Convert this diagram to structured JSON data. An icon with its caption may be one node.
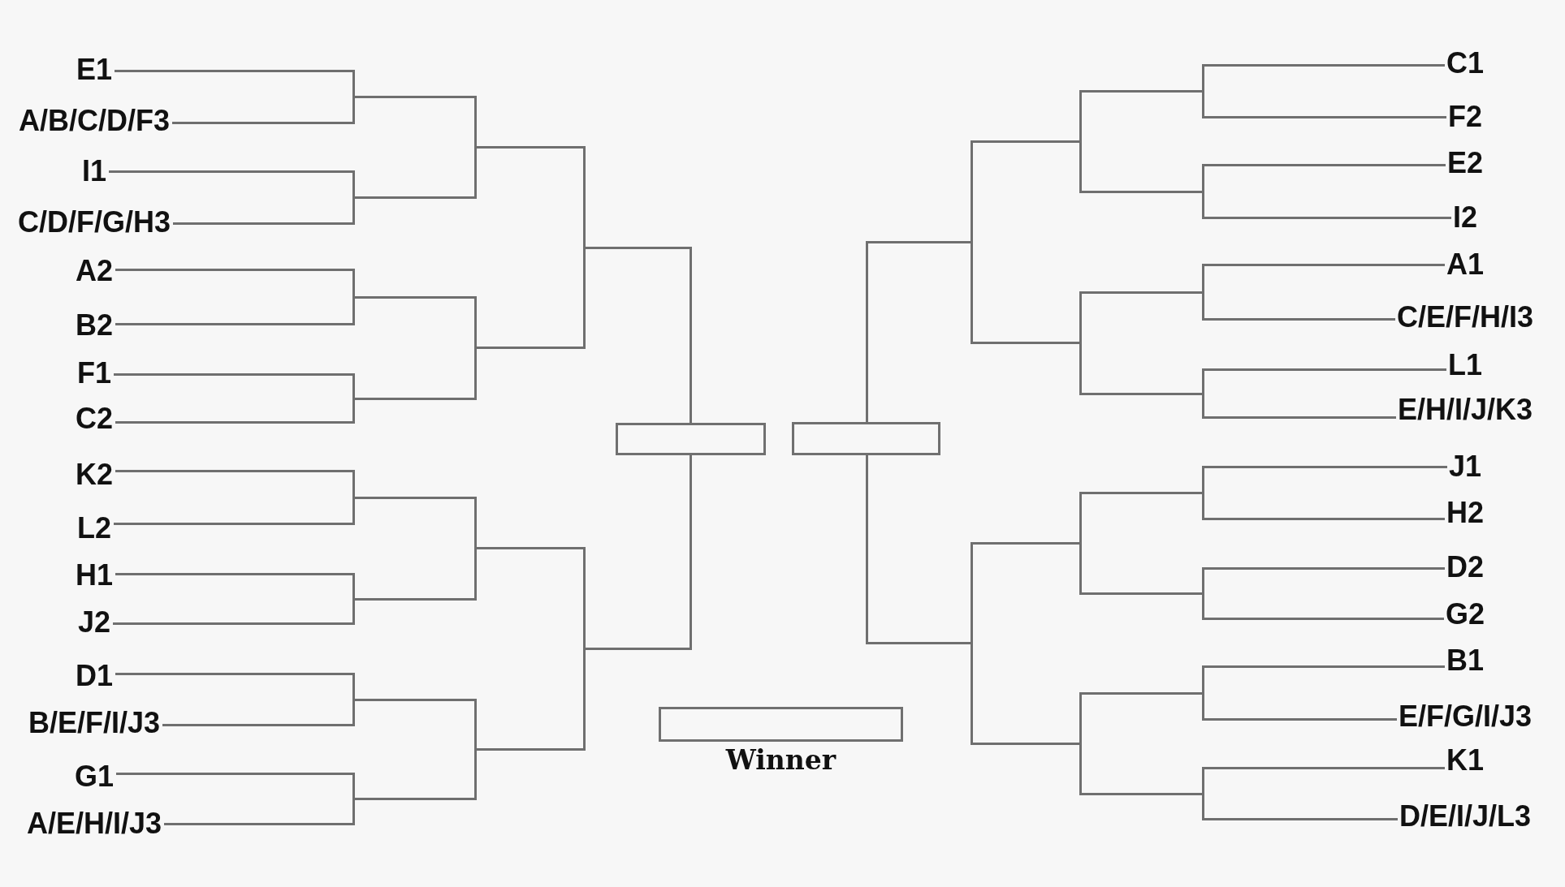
{
  "diagram": {
    "nodes": [
      {
        "text": [
          "E1"
        ]
      },
      {
        "text": [
          "A/B/C/D/F3"
        ]
      },
      {
        "text": [
          "I1"
        ]
      },
      {
        "text": [
          "C/D/F/G/H3"
        ]
      },
      {
        "text": [
          "A2"
        ]
      },
      {
        "text": [
          "B2"
        ]
      },
      {
        "text": [
          "F1"
        ]
      },
      {
        "text": [
          "C2"
        ]
      },
      {
        "text": [
          "K2"
        ]
      },
      {
        "text": [
          "L2"
        ]
      },
      {
        "text": [
          "H1"
        ]
      },
      {
        "text": [
          "J2"
        ]
      },
      {
        "text": [
          "D1"
        ]
      },
      {
        "text": [
          "B/E/F/I/J3"
        ]
      },
      {
        "text": [
          "G1"
        ]
      },
      {
        "text": [
          "A/E/H/I/J3"
        ]
      },
      {
        "text": [],
        "shape": "box"
      },
      {
        "text": [],
        "shape": "box"
      },
      {
        "text": [],
        "shape": "box",
        "beside": [
          "Winner"
        ]
      },
      {
        "text": [
          "C1"
        ]
      },
      {
        "text": [
          "F2"
        ]
      },
      {
        "text": [
          "E2"
        ]
      },
      {
        "text": [
          "I2"
        ]
      },
      {
        "text": [
          "A1"
        ]
      },
      {
        "text": [
          "C/E/F/H/I3"
        ]
      },
      {
        "text": [
          "L1"
        ]
      },
      {
        "text": [
          "E/H/I/J/K3"
        ]
      },
      {
        "text": [
          "J1"
        ]
      },
      {
        "text": [
          "H2"
        ]
      },
      {
        "text": [
          "D2"
        ]
      },
      {
        "text": [
          "G2"
        ]
      },
      {
        "text": [
          "B1"
        ]
      },
      {
        "text": [
          "E/F/G/I/J3"
        ]
      },
      {
        "text": [
          "K1"
        ]
      },
      {
        "text": [
          "D/E/I/J/L3"
        ]
      }
    ],
    "edges": [
      {
        "from": 0,
        "to": 16,
        "arrow": "none"
      },
      {
        "from": 1,
        "to": 16,
        "arrow": "none"
      },
      {
        "from": 2,
        "to": 16,
        "arrow": "none"
      },
      {
        "from": 3,
        "to": 16,
        "arrow": "none"
      },
      {
        "from": 4,
        "to": 16,
        "arrow": "none"
      },
      {
        "from": 5,
        "to": 16,
        "arrow": "none"
      },
      {
        "from": 6,
        "to": 16,
        "arrow": "none"
      },
      {
        "from": 7,
        "to": 16,
        "arrow": "none"
      },
      {
        "from": 8,
        "to": 16,
        "arrow": "none"
      },
      {
        "from": 9,
        "to": 16,
        "arrow": "none"
      },
      {
        "from": 10,
        "to": 16,
        "arrow": "none"
      },
      {
        "from": 11,
        "to": 16,
        "arrow": "none"
      },
      {
        "from": 12,
        "to": 16,
        "arrow": "none"
      },
      {
        "from": 13,
        "to": 16,
        "arrow": "none"
      },
      {
        "from": 14,
        "to": 16,
        "arrow": "none"
      },
      {
        "from": 15,
        "to": 16,
        "arrow": "none"
      },
      {
        "from": 19,
        "to": 17,
        "arrow": "none"
      },
      {
        "from": 20,
        "to": 17,
        "arrow": "none"
      },
      {
        "from": 21,
        "to": 17,
        "arrow": "none"
      },
      {
        "from": 22,
        "to": 17,
        "arrow": "none"
      },
      {
        "from": 23,
        "to": 17,
        "arrow": "none"
      },
      {
        "from": 24,
        "to": 17,
        "arrow": "none"
      },
      {
        "from": 25,
        "to": 17,
        "arrow": "none"
      },
      {
        "from": 26,
        "to": 17,
        "arrow": "none"
      },
      {
        "from": 27,
        "to": 17,
        "arrow": "none"
      },
      {
        "from": 28,
        "to": 17,
        "arrow": "none"
      },
      {
        "from": 29,
        "to": 17,
        "arrow": "none"
      },
      {
        "from": 30,
        "to": 17,
        "arrow": "none"
      },
      {
        "from": 31,
        "to": 17,
        "arrow": "none"
      },
      {
        "from": 32,
        "to": 17,
        "arrow": "none"
      },
      {
        "from": 33,
        "to": 17,
        "arrow": "none"
      },
      {
        "from": 34,
        "to": 17,
        "arrow": "none"
      }
    ]
  }
}
